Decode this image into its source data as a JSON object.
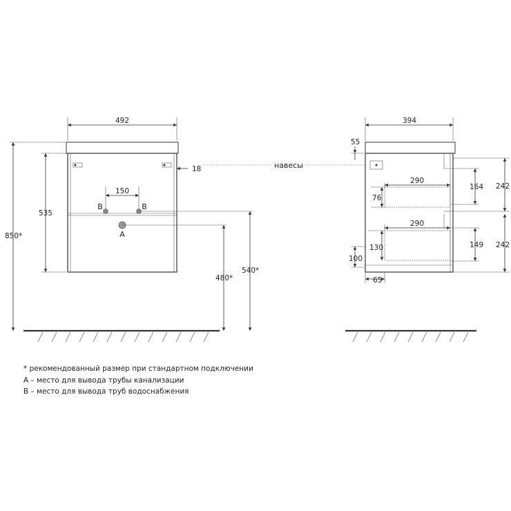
{
  "front_view": {
    "width": "492",
    "height": "535",
    "total_height": "850*",
    "pipe_spacing": "150",
    "hinge_offset": "18",
    "outlet_a_height": "480*",
    "supply_b_height": "540*",
    "label_a": "A",
    "label_b_left": "B",
    "label_b_right": "B"
  },
  "side_view": {
    "depth": "394",
    "top_thickness": "55",
    "hinges_label": "навесы",
    "upper_drawer_depth": "290",
    "lower_drawer_depth": "290",
    "upper_drawer_height": "164",
    "lower_drawer_height": "149",
    "upper_front_height": "242",
    "lower_front_height": "242",
    "upper_drawer_offset": "76",
    "lower_drawer_inner": "130",
    "plinth_height": "100",
    "plinth_depth": "65"
  },
  "notes": [
    "* рекомендованный размер при стандартном подключении",
    "А – место для вывода трубы канализации",
    "В – место для вывода труб водоснабжения"
  ]
}
